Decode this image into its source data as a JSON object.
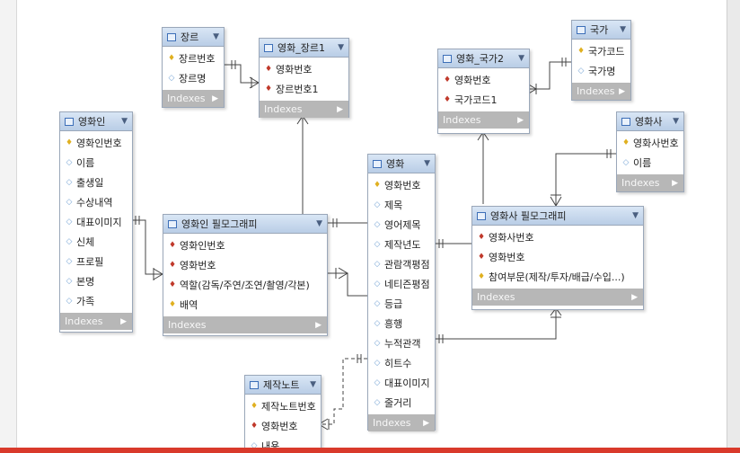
{
  "indexes_label": "Indexes",
  "tables": {
    "jangre": {
      "title": "장르",
      "columns": [
        {
          "name": "장르번호",
          "key": "pk"
        },
        {
          "name": "장르명",
          "key": "dot"
        }
      ]
    },
    "yeonghwa_jangre1": {
      "title": "영화_장르1",
      "columns": [
        {
          "name": "영화번호",
          "key": "fk"
        },
        {
          "name": "장르번호1",
          "key": "fk"
        }
      ]
    },
    "gukga": {
      "title": "국가",
      "columns": [
        {
          "name": "국가코드",
          "key": "pk"
        },
        {
          "name": "국가명",
          "key": "dot"
        }
      ]
    },
    "yeonghwa_gukga2": {
      "title": "영화_국가2",
      "columns": [
        {
          "name": "영화번호",
          "key": "fk"
        },
        {
          "name": "국가코드1",
          "key": "fk"
        }
      ]
    },
    "yeonghwain": {
      "title": "영화인",
      "columns": [
        {
          "name": "영화인번호",
          "key": "pk"
        },
        {
          "name": "이름",
          "key": "dot"
        },
        {
          "name": "출생일",
          "key": "dot"
        },
        {
          "name": "수상내역",
          "key": "dot"
        },
        {
          "name": "대표이미지",
          "key": "dot"
        },
        {
          "name": "신체",
          "key": "dot"
        },
        {
          "name": "프로필",
          "key": "dot"
        },
        {
          "name": "본명",
          "key": "dot"
        },
        {
          "name": "가족",
          "key": "dot"
        }
      ]
    },
    "yeonghwain_filmo": {
      "title": "영화인 필모그래피",
      "columns": [
        {
          "name": "영화인번호",
          "key": "fk"
        },
        {
          "name": "영화번호",
          "key": "fk"
        },
        {
          "name": "역할(감독/주연/조연/촬영/각본)",
          "key": "fk"
        },
        {
          "name": "배역",
          "key": "pk"
        }
      ]
    },
    "yeonghwa": {
      "title": "영화",
      "columns": [
        {
          "name": "영화번호",
          "key": "pk"
        },
        {
          "name": "제목",
          "key": "dot"
        },
        {
          "name": "영어제목",
          "key": "dot"
        },
        {
          "name": "제작년도",
          "key": "dot"
        },
        {
          "name": "관람객평점",
          "key": "dot"
        },
        {
          "name": "네티즌평점",
          "key": "dot"
        },
        {
          "name": "등급",
          "key": "dot"
        },
        {
          "name": "흥행",
          "key": "dot"
        },
        {
          "name": "누적관객",
          "key": "dot"
        },
        {
          "name": "히트수",
          "key": "dot"
        },
        {
          "name": "대표이미지",
          "key": "dot"
        },
        {
          "name": "줄거리",
          "key": "dot"
        }
      ]
    },
    "yeonghwasa": {
      "title": "영화사",
      "columns": [
        {
          "name": "영화사번호",
          "key": "pk"
        },
        {
          "name": "이름",
          "key": "dot"
        }
      ]
    },
    "yeonghwasa_filmo": {
      "title": "영화사 필모그래피",
      "columns": [
        {
          "name": "영화사번호",
          "key": "fk"
        },
        {
          "name": "영화번호",
          "key": "fk"
        },
        {
          "name": "참여부문(제작/투자/배급/수입...)",
          "key": "pk"
        }
      ]
    },
    "jejaknote": {
      "title": "제작노트",
      "columns": [
        {
          "name": "제작노트번호",
          "key": "pk"
        },
        {
          "name": "영화번호",
          "key": "fkd"
        },
        {
          "name": "내용",
          "key": "dot"
        }
      ]
    }
  }
}
